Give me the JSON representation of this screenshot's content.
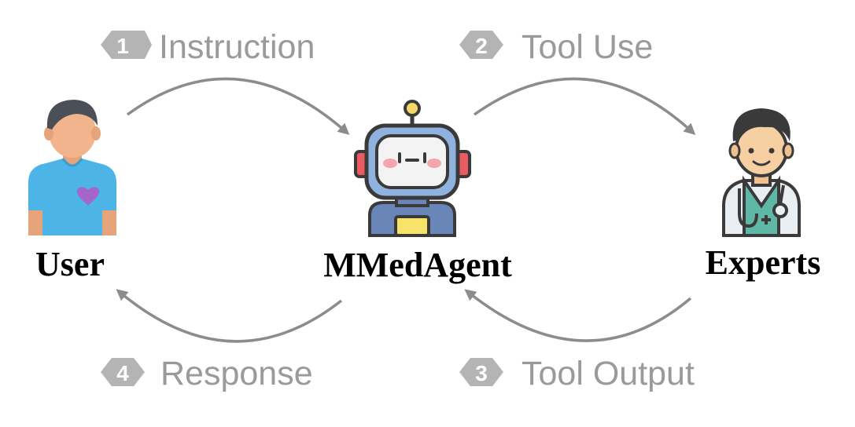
{
  "steps": [
    {
      "number": "1",
      "label": "Instruction"
    },
    {
      "number": "2",
      "label": "Tool Use"
    },
    {
      "number": "3",
      "label": "Tool Output"
    },
    {
      "number": "4",
      "label": "Response"
    }
  ],
  "actors": {
    "user": {
      "label": "User",
      "icon": "user-icon"
    },
    "agent": {
      "label": "MMedAgent",
      "icon": "robot-icon"
    },
    "experts": {
      "label": "Experts",
      "icon": "doctor-icon"
    }
  },
  "colors": {
    "arrow": "#8c8c8c",
    "badge": "#b4b4b4",
    "step_text": "#9a9a9a"
  }
}
